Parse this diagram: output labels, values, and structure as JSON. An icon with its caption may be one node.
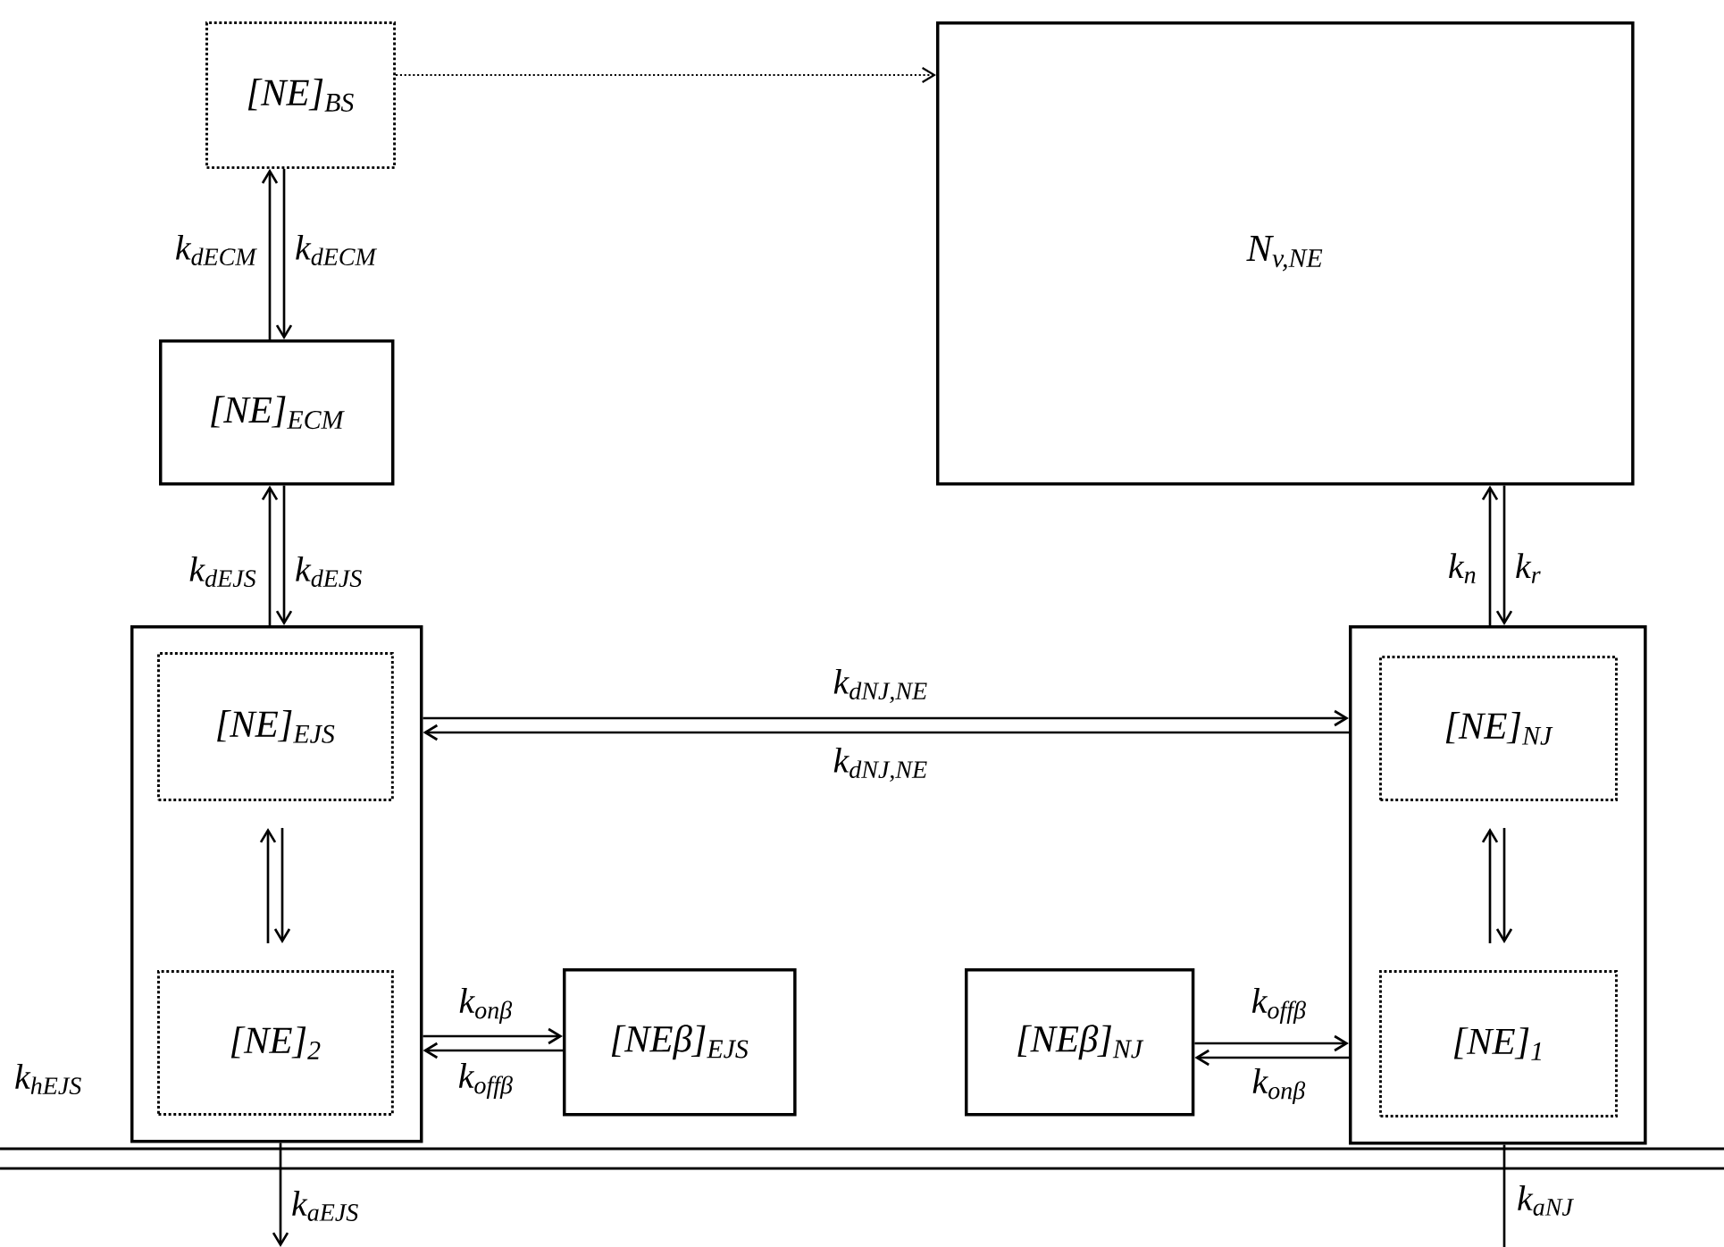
{
  "diagram": {
    "nodes": [
      {
        "text": [
          "[NE]$_{BS}$"
        ]
      },
      {
        "text": [
          "N$_{v,NE}$"
        ]
      },
      {
        "text": [
          "[NE]$_{ECM}$"
        ]
      },
      {
        "text": [],
        "shape": "box"
      },
      {
        "text": [
          "[NE]$_{EJS}$"
        ],
        "in": 3
      },
      {
        "text": [
          "[NE]$_{2}$"
        ],
        "in": 3
      },
      {
        "text": [
          "[NEβ]$_{EJS}$"
        ]
      },
      {
        "text": [
          "[NEβ]$_{NJ}$"
        ]
      },
      {
        "text": [],
        "shape": "box"
      },
      {
        "text": [
          "[NE]$_{NJ}$"
        ],
        "in": 8
      },
      {
        "text": [
          "[NE]$_{1}$"
        ],
        "in": 8
      }
    ],
    "edges": [
      {
        "from": 0,
        "to": 1,
        "arrow": "to",
        "style": "dashed"
      },
      {
        "from": 2,
        "to": 0,
        "arrow": "to",
        "label": "k$_{dECM}$"
      },
      {
        "from": 0,
        "to": 2,
        "arrow": "to",
        "label": "k$_{dECM}$"
      },
      {
        "from": 3,
        "to": 2,
        "arrow": "to",
        "label": "k$_{dEJS}$"
      },
      {
        "from": 2,
        "to": 3,
        "arrow": "to",
        "label": "k$_{dEJS}$"
      },
      {
        "from": 8,
        "to": 1,
        "arrow": "to",
        "label": "k$_{n}$"
      },
      {
        "from": 1,
        "to": 8,
        "arrow": "to",
        "label": "k$_{r}$"
      },
      {
        "from": 3,
        "to": 8,
        "arrow": "to",
        "label": "k$_{dNJ,NE}$"
      },
      {
        "from": 8,
        "to": 3,
        "arrow": "to",
        "label": "k$_{dNJ,NE}$"
      },
      {
        "from": 5,
        "to": 4,
        "arrow": "to"
      },
      {
        "from": 4,
        "to": 5,
        "arrow": "to"
      },
      {
        "from": 3,
        "to": 6,
        "arrow": "to",
        "label": "k$_{onβ}$"
      },
      {
        "from": 6,
        "to": 3,
        "arrow": "to",
        "label": "k$_{offβ}$"
      },
      {
        "from": 7,
        "to": 8,
        "arrow": "to",
        "label": "k$_{offβ}$"
      },
      {
        "from": 8,
        "to": 7,
        "arrow": "to",
        "label": "k$_{onβ}$"
      },
      {
        "from": 10,
        "to": 9,
        "arrow": "to"
      },
      {
        "from": 9,
        "to": 10,
        "arrow": "to"
      },
      {
        "from": 3,
        "to": null,
        "arrow": "to",
        "label": "k$_{aEJS}$"
      },
      {
        "from": 8,
        "to": null,
        "arrow": "none",
        "label": "k$_{aNJ}$"
      }
    ],
    "labels": [
      "k$_{hEJS}$"
    ]
  }
}
